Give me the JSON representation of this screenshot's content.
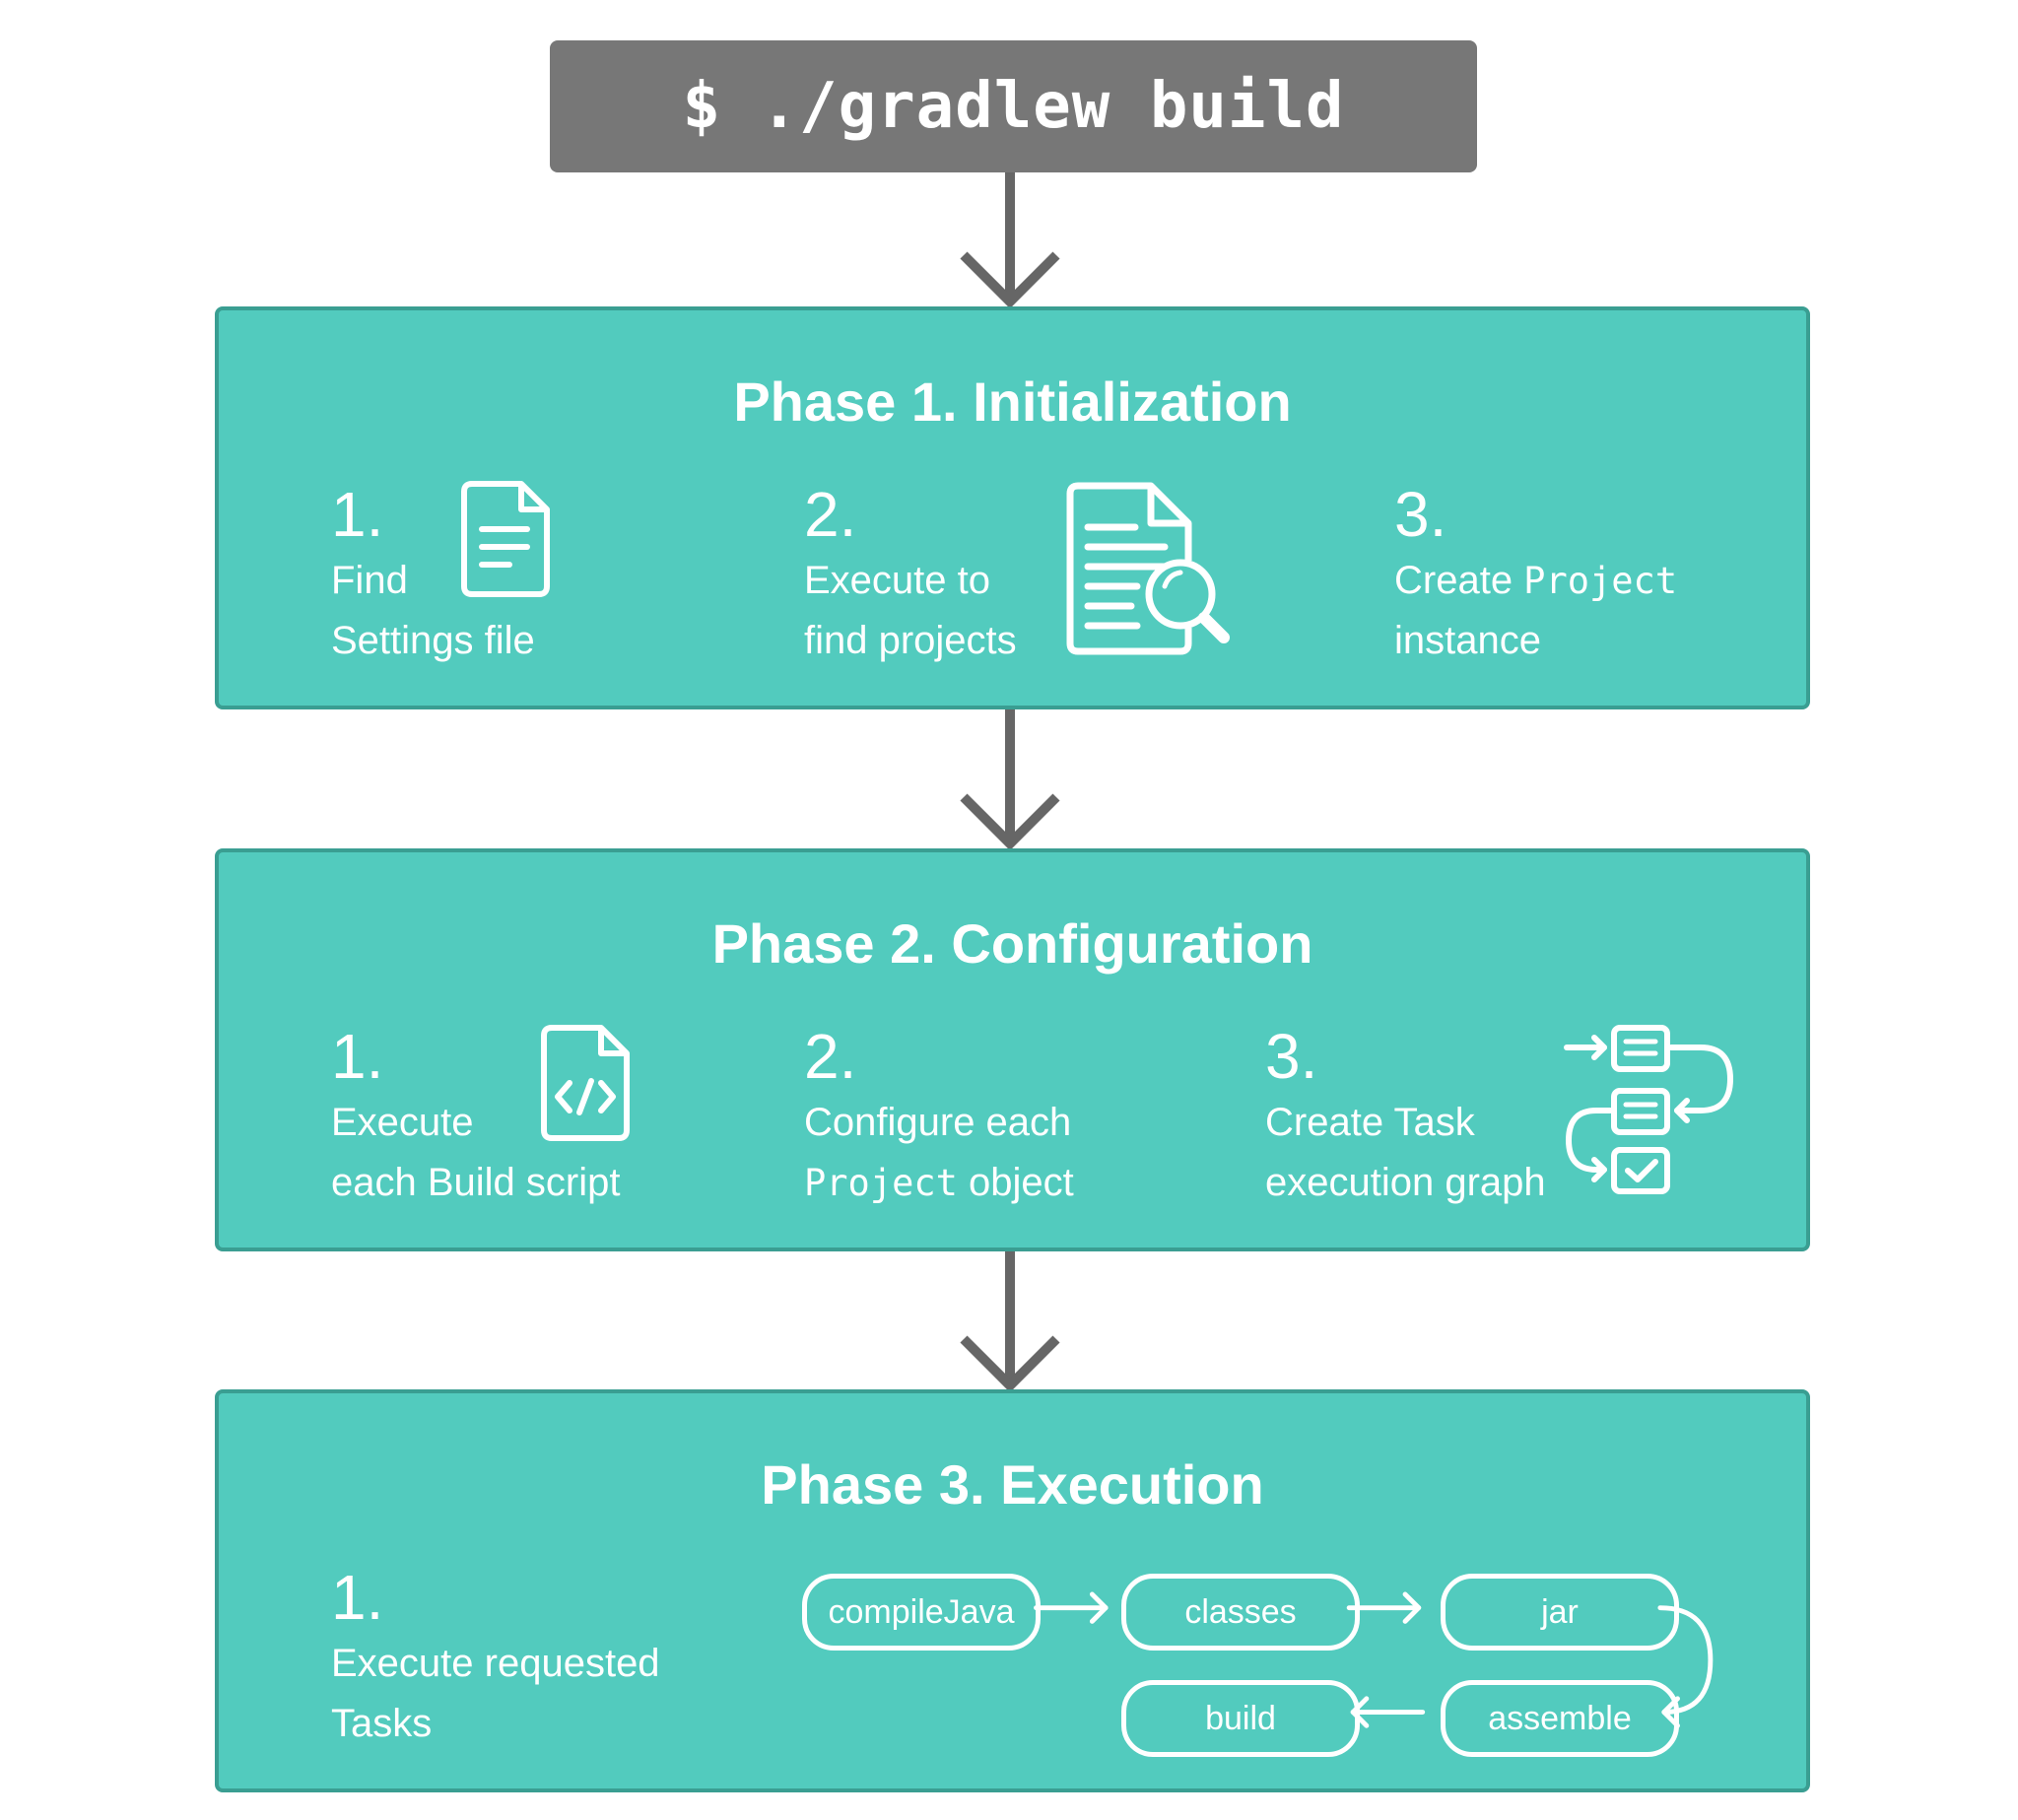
{
  "command": "$ ./gradlew build",
  "colors": {
    "panel": "#52cbbe",
    "panel_border": "#3a9e92",
    "command_bg": "#777777",
    "arrow": "#666666",
    "text": "#ffffff"
  },
  "phases": [
    {
      "title": "Phase 1. Initialization",
      "steps": [
        {
          "num": "1.",
          "line1": "Find",
          "line2": "Settings file",
          "icon": "document-icon"
        },
        {
          "num": "2.",
          "line1": "Execute to",
          "line2": "find projects",
          "icon": "document-search-icon"
        },
        {
          "num": "3.",
          "line1_prefix": "Create ",
          "line1_code": "Project",
          "line2": "instance"
        }
      ]
    },
    {
      "title": "Phase 2. Configuration",
      "steps": [
        {
          "num": "1.",
          "line1": "Execute",
          "line2": "each Build script",
          "icon": "code-file-icon"
        },
        {
          "num": "2.",
          "line1": "Configure each",
          "line2_code": "Project",
          "line2_suffix": " object"
        },
        {
          "num": "3.",
          "line1": "Create Task",
          "line2": "execution graph",
          "icon": "task-graph-icon"
        }
      ]
    },
    {
      "title": "Phase 3. Execution",
      "steps": [
        {
          "num": "1.",
          "line1": "Execute requested",
          "line2": "Tasks"
        }
      ],
      "tasks": [
        "compileJava",
        "classes",
        "jar",
        "assemble",
        "build"
      ]
    }
  ]
}
